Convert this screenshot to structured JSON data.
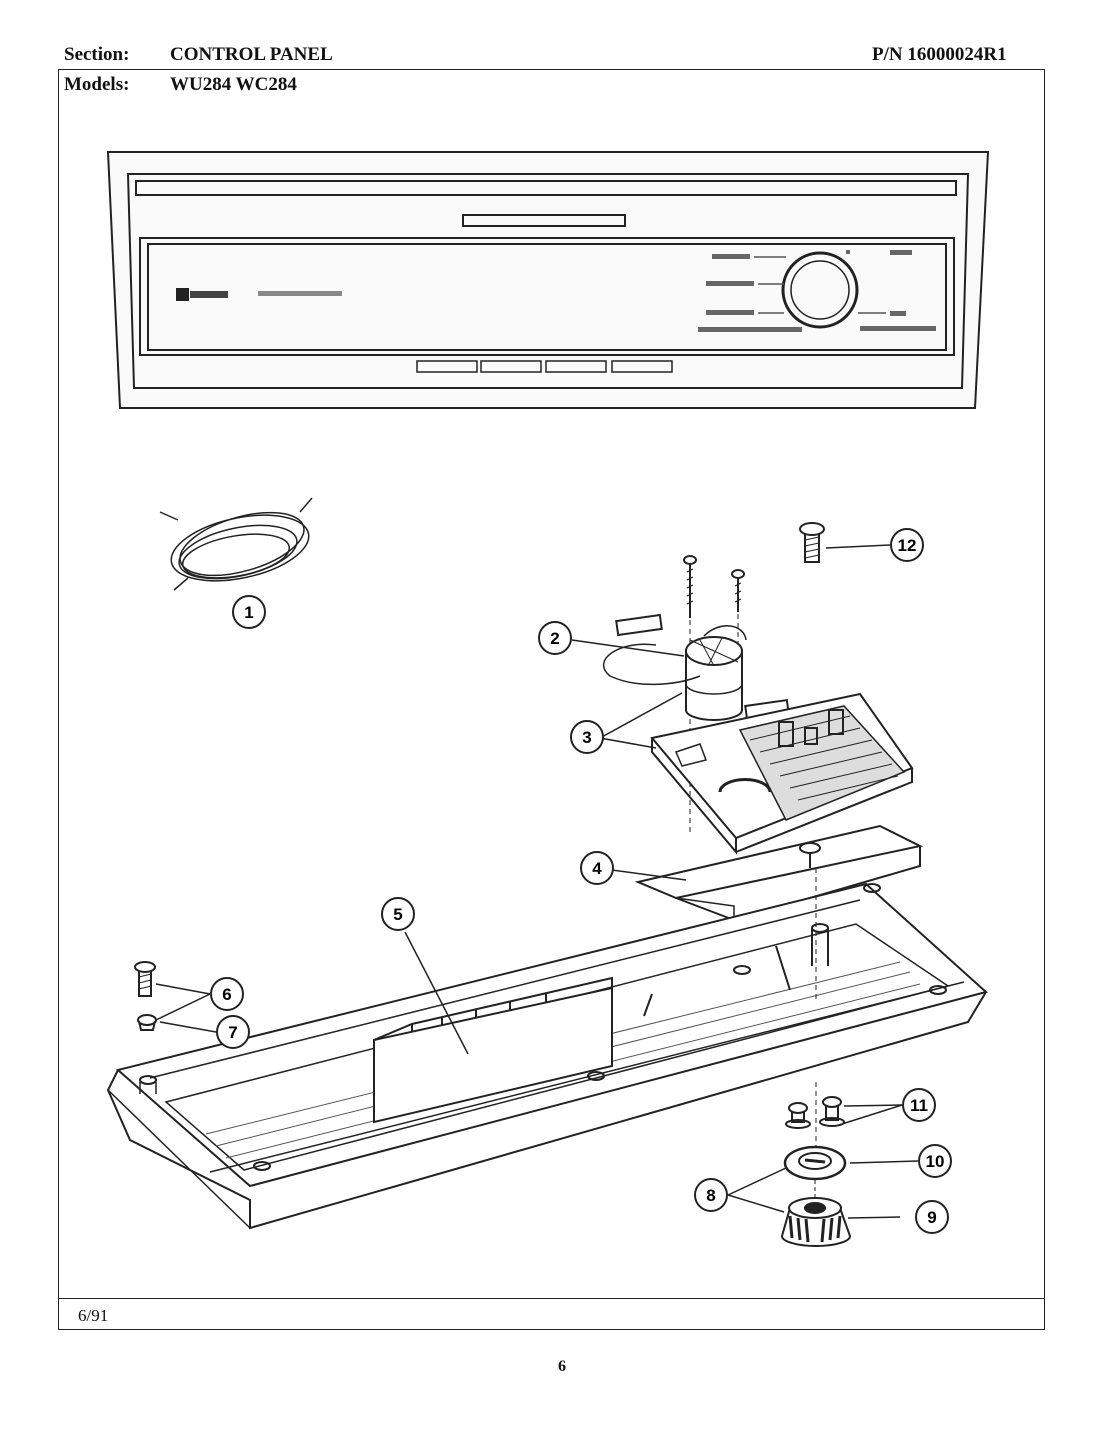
{
  "header": {
    "section_label": "Section:",
    "section_value": "CONTROL PANEL",
    "part_number": "P/N 16000024R1",
    "models_label": "Models:",
    "models_value": "WU284  WC284"
  },
  "footer": {
    "date": "6/91",
    "page_number": "6"
  },
  "callouts": [
    "1",
    "2",
    "3",
    "4",
    "5",
    "6",
    "7",
    "8",
    "9",
    "10",
    "11",
    "12"
  ]
}
